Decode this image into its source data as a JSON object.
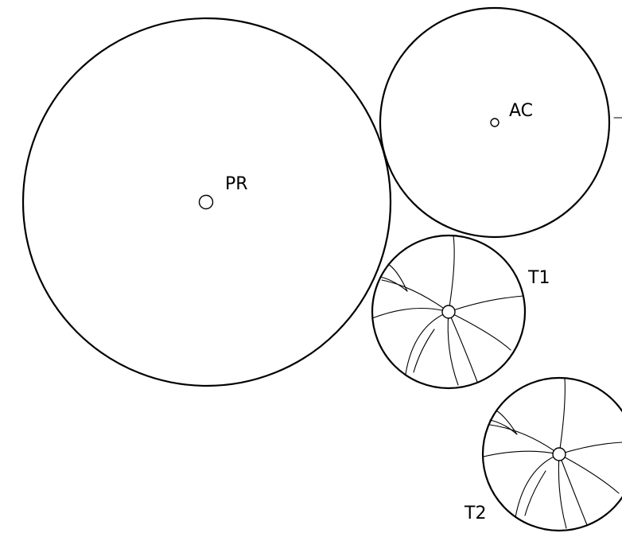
{
  "diagram": {
    "labels": {
      "pr": "PR",
      "ac": "AC",
      "t1": "T1",
      "t2": "T2"
    },
    "stroke_color": "#000000",
    "background_color": "#ffffff"
  }
}
